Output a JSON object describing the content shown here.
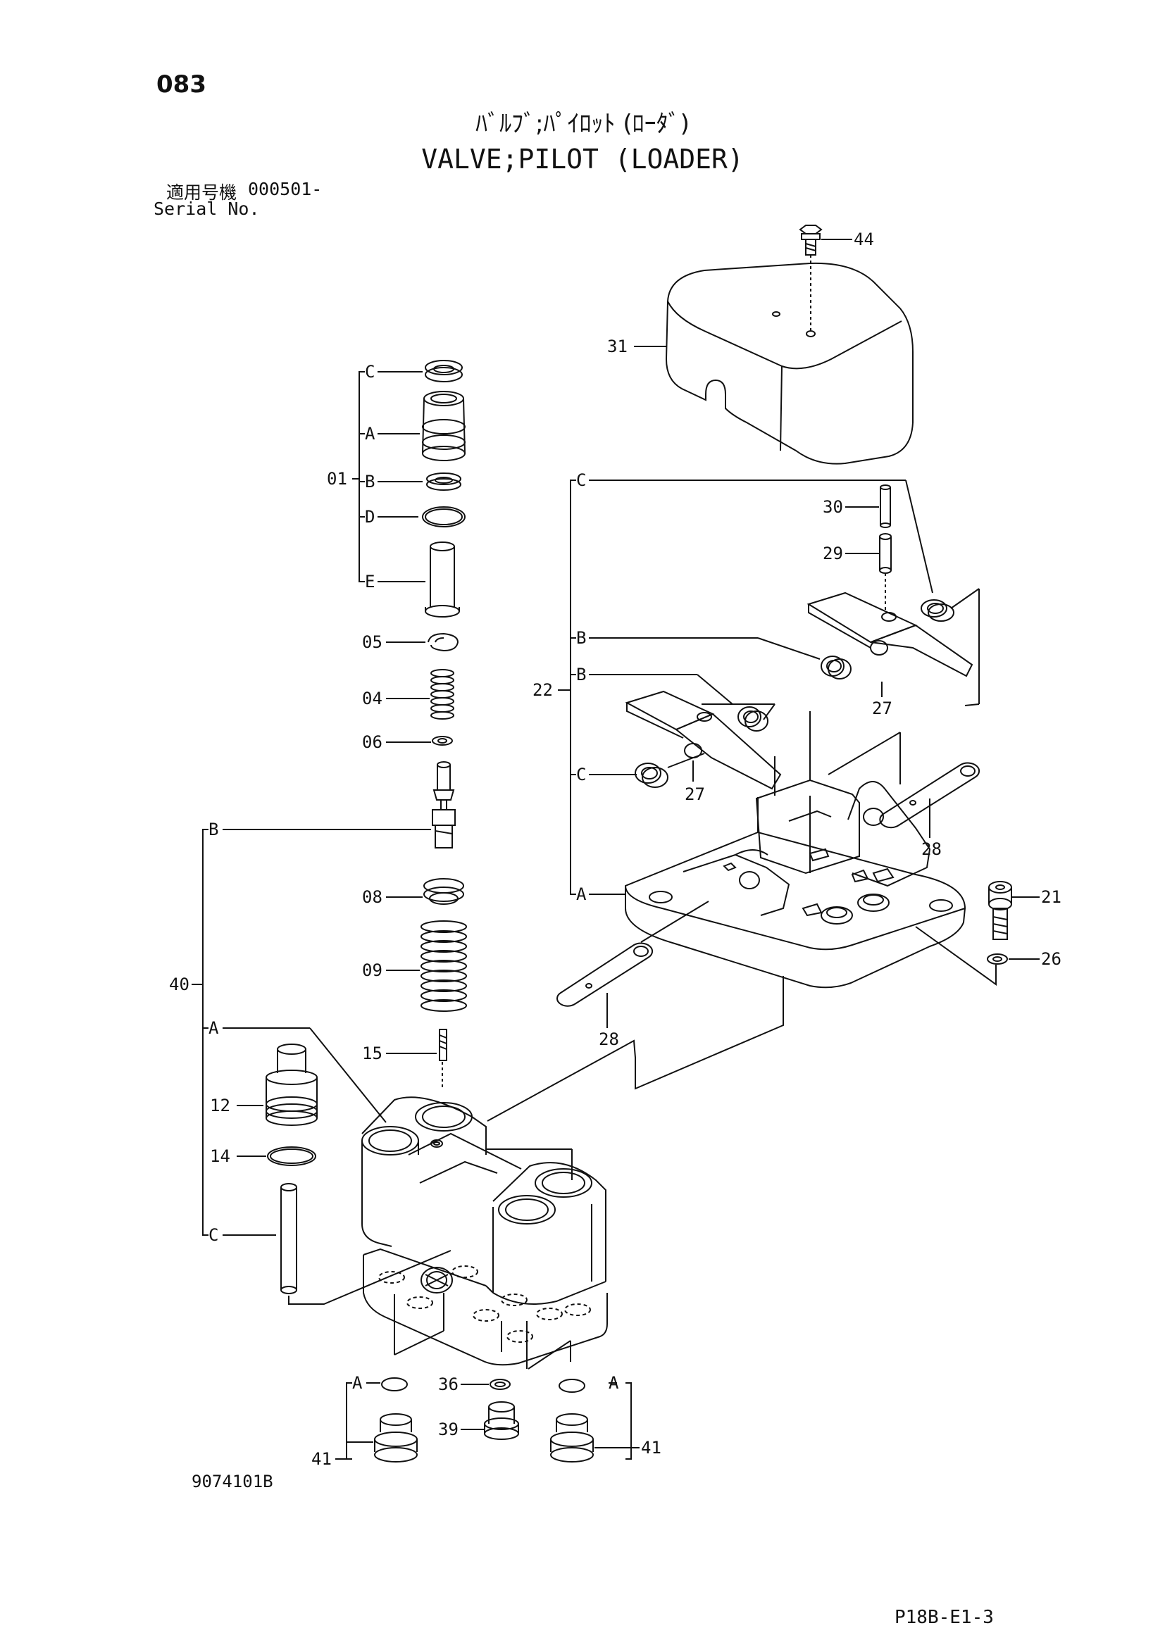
{
  "header": {
    "page_number": "083",
    "title_jp": "ﾊﾞﾙﾌﾞ;ﾊﾟｲﾛｯﾄ (ﾛｰﾀﾞ)",
    "title_en": "VALVE;PILOT (LOADER)",
    "serial_label_jp": "適用号機",
    "serial_value": "000501-",
    "serial_label_en": "Serial No."
  },
  "footer": {
    "drawing_number": "9074101B",
    "sheet_ref": "P18B-E1-3"
  },
  "callouts": {
    "c44": "44",
    "c31": "31",
    "c01": "01",
    "c05": "05",
    "c04": "04",
    "c06": "06",
    "c08": "08",
    "c09": "09",
    "c15": "15",
    "c12": "12",
    "c14": "14",
    "c40": "40",
    "c22": "22",
    "c30": "30",
    "c29": "29",
    "c27a": "27",
    "c27b": "27",
    "c28a": "28",
    "c28b": "28",
    "c21": "21",
    "c26": "26",
    "c36": "36",
    "c39": "39",
    "c41a": "41",
    "c41b": "41",
    "g01_C": "C",
    "g01_A": "A",
    "g01_B": "B",
    "g01_D": "D",
    "g01_E": "E",
    "g40_B": "B",
    "g40_A": "A",
    "g40_C": "C",
    "g22_C1": "C",
    "g22_B1": "B",
    "g22_B2": "B",
    "g22_C2": "C",
    "g22_A": "A",
    "g41_A1": "A",
    "g41_A2": "A"
  }
}
